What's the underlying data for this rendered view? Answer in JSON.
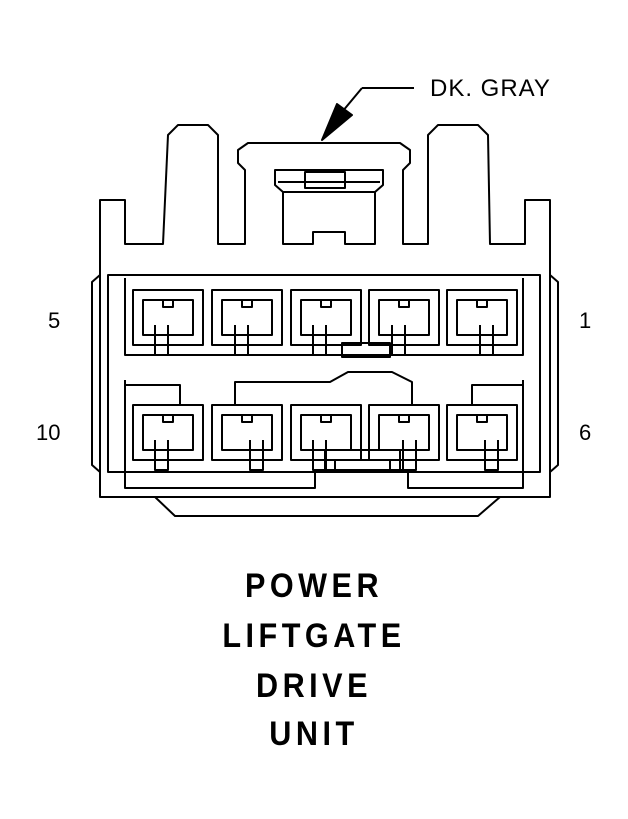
{
  "connector": {
    "wire_color_label": "DK. GRAY",
    "pin_labels": {
      "top_left": "5",
      "top_right": "1",
      "bottom_left": "10",
      "bottom_right": "6"
    }
  },
  "caption": {
    "lines": [
      "POWER",
      "LIFTGATE",
      "DRIVE",
      "UNIT"
    ]
  },
  "colors": {
    "ink": "#000000",
    "background": "#ffffff"
  }
}
